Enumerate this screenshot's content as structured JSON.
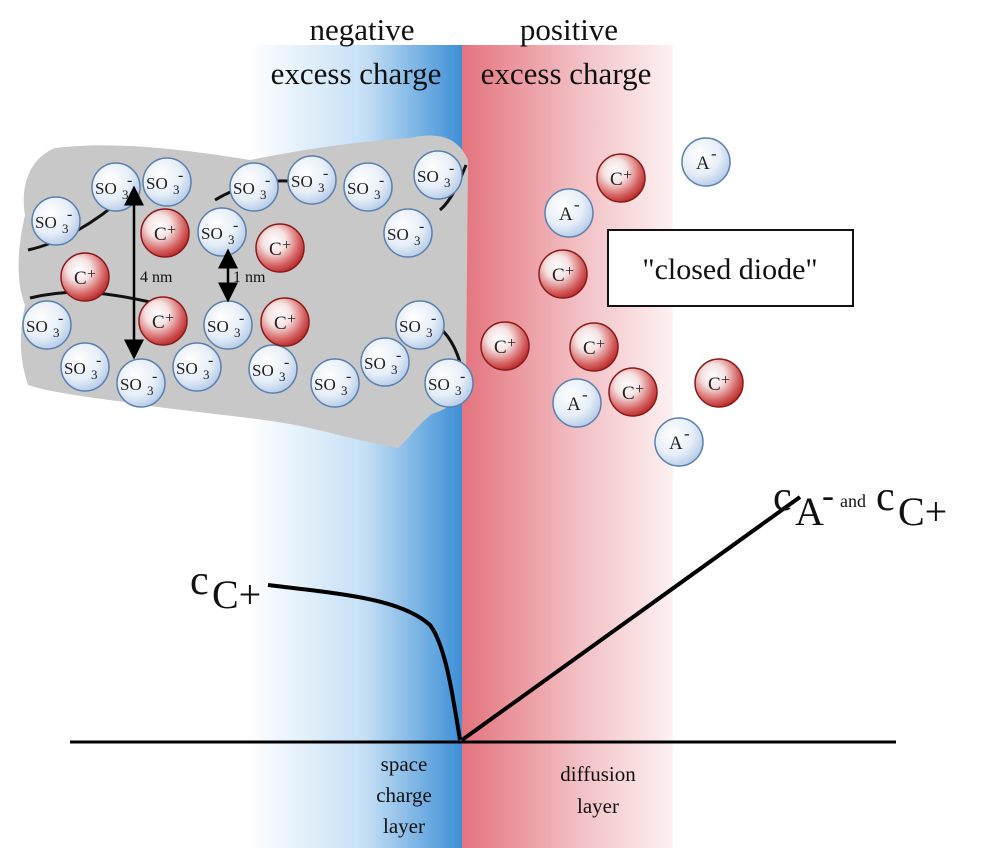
{
  "header": {
    "negative_line1": "negative",
    "negative_line2": "excess charge",
    "positive_line1": "positive",
    "positive_line2": "excess charge"
  },
  "box": {
    "label": "\"closed diode\""
  },
  "dimensions": {
    "large": "4 nm",
    "small": "1 nm"
  },
  "ions": {
    "sulfonate": "SO",
    "sulfonate_sub": "3",
    "sulfonate_sup": "-",
    "cation": "C",
    "cation_sup": "+",
    "anion": "A",
    "anion_sup": "-"
  },
  "curves": {
    "cation_c": "c",
    "cation_sub": "C+",
    "combined_c1": "c",
    "combined_sub1": "A",
    "combined_sup1": "-",
    "combined_and": "and",
    "combined_c2": "c",
    "combined_sub2": "C+"
  },
  "bottom": {
    "space_charge_line1": "space",
    "space_charge_line2": "charge",
    "space_charge_line3": "layer",
    "diffusion_line1": "diffusion",
    "diffusion_line2": "layer"
  },
  "colors": {
    "negative_region": "#3d8fd6",
    "positive_region": "#e4747e",
    "cation_fill": "#c42a2a",
    "sulfonate_fill": "#cfdff3",
    "membrane": "#c8c8c8"
  }
}
